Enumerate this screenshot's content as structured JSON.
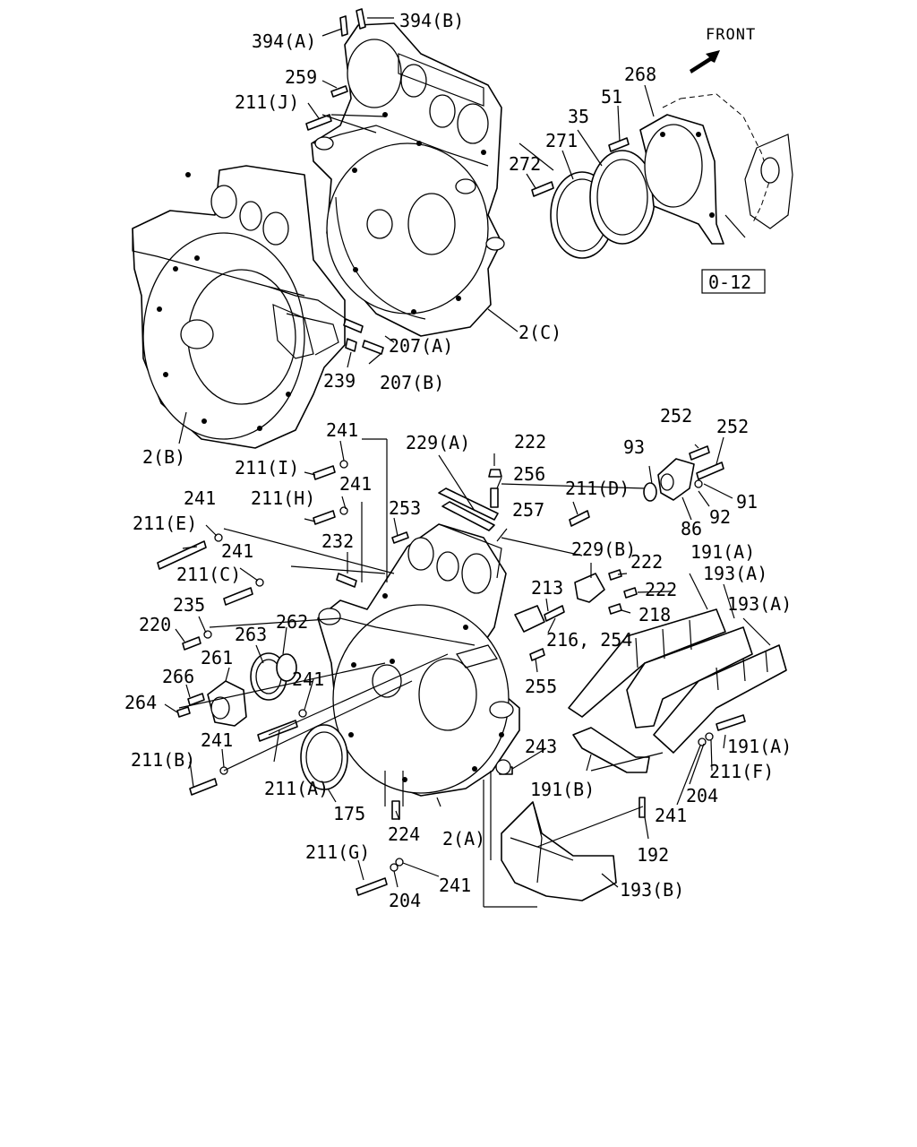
{
  "front_label": "FRONT",
  "ref_box": "0-12",
  "callouts": [
    "394(B)",
    "394(A)",
    "259",
    "211(J)",
    "268",
    "51",
    "35",
    "271",
    "272",
    "2(C)",
    "207(A)",
    "239",
    "207(B)",
    "2(B)",
    "241",
    "211(I)",
    "229(A)",
    "222",
    "256",
    "211(D)",
    "93",
    "252",
    "252",
    "241",
    "211(H)",
    "253",
    "257",
    "91",
    "92",
    "86",
    "241",
    "211(E)",
    "241",
    "232",
    "229(B)",
    "222",
    "191(A)",
    "193(A)",
    "193(A)",
    "211(C)",
    "213",
    "222",
    "218",
    "235",
    "262",
    "216, 254",
    "220",
    "263",
    "261",
    "241",
    "255",
    "266",
    "264",
    "241",
    "243",
    "191(A)",
    "211(B)",
    "211(F)",
    "211(A)",
    "191(B)",
    "204",
    "175",
    "241",
    "224",
    "2(A)",
    "192",
    "211(G)",
    "241",
    "204",
    "193(B)"
  ]
}
